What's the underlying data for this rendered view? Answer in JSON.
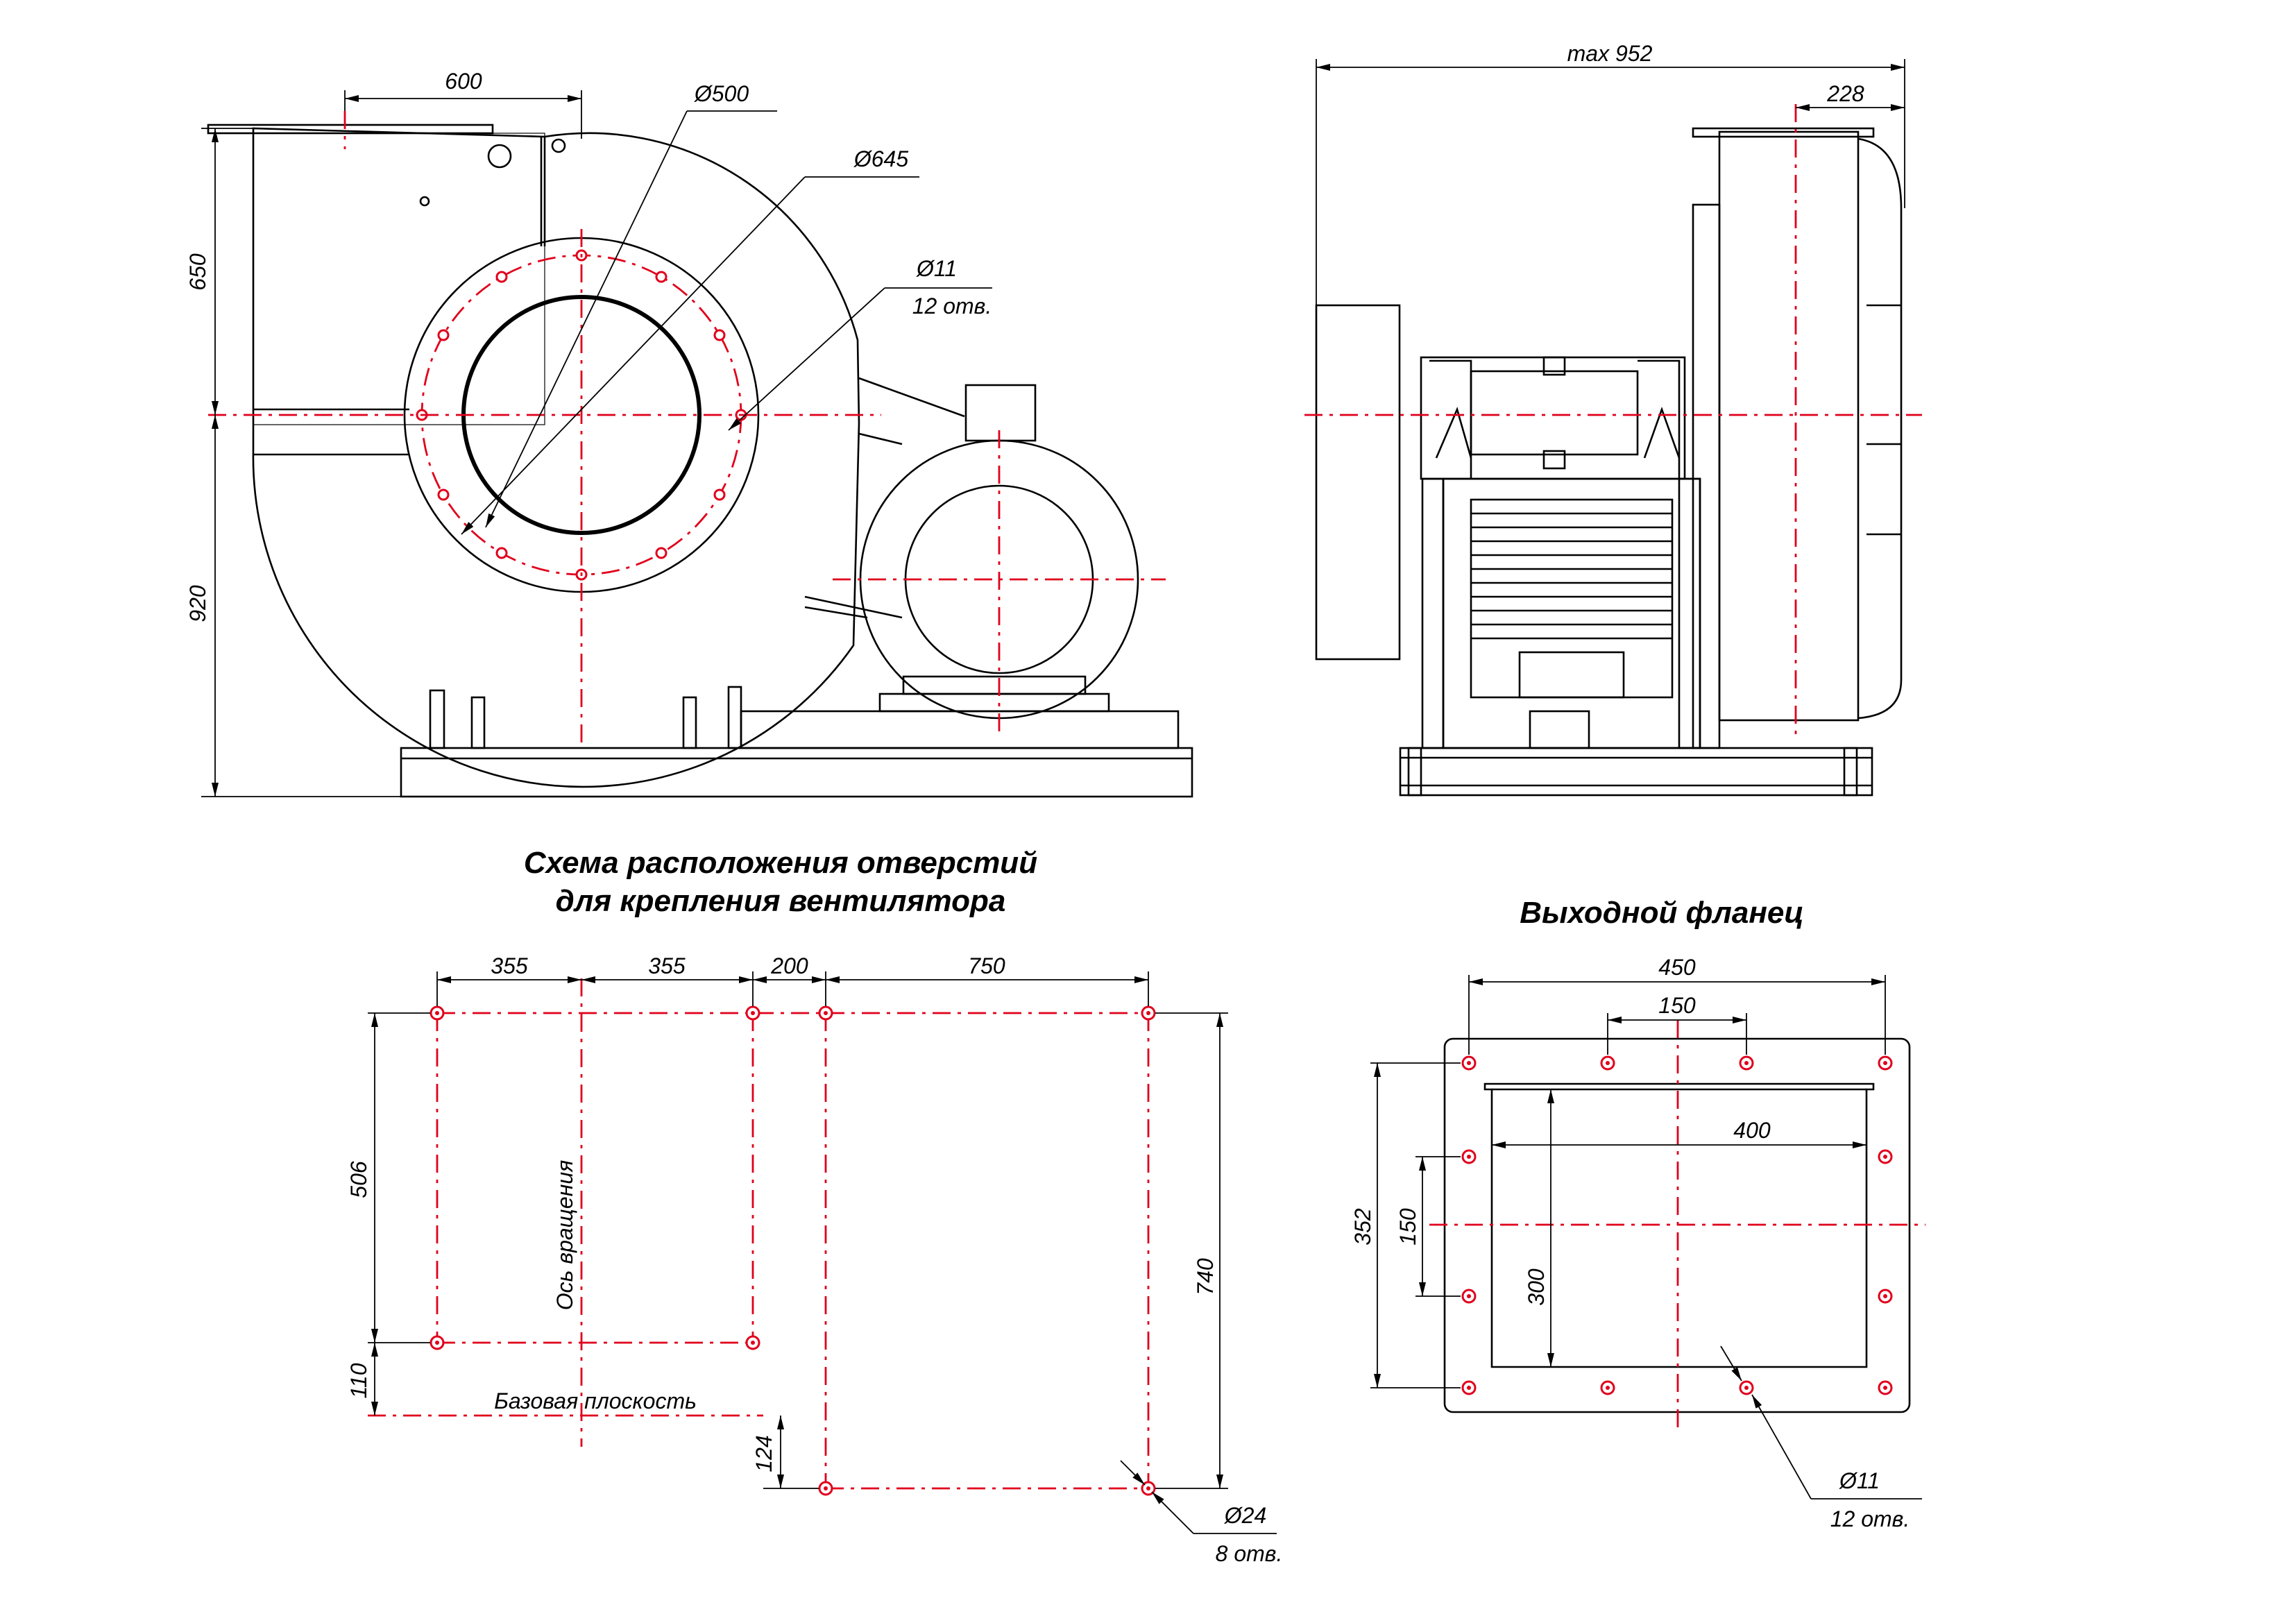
{
  "views": {
    "front": {
      "dim_width": "600",
      "dim_d500": "Ø500",
      "dim_d645": "Ø645",
      "dim_d11": "Ø11",
      "dim_holes": "12 отв.",
      "dim_650": "650",
      "dim_920": "920"
    },
    "side": {
      "dim_max": "max 952",
      "dim_228": "228"
    }
  },
  "hole_scheme": {
    "title_line1": "Схема расположения отверстий",
    "title_line2": "для крепления вентилятора",
    "dims_top": [
      "355",
      "355",
      "200",
      "750"
    ],
    "dim_506": "506",
    "dim_110": "110",
    "dim_124": "124",
    "dim_740": "740",
    "axis_label": "Ось вращения",
    "base_label": "Базовая  плоскость",
    "hole_dia": "Ø24",
    "hole_count": "8 отв."
  },
  "outlet_flange": {
    "title": "Выходной фланец",
    "dim_450": "450",
    "dim_150_top": "150",
    "dim_400": "400",
    "dim_352": "352",
    "dim_150_left": "150",
    "dim_300": "300",
    "hole_dia": "Ø11",
    "hole_count": "12 отв."
  },
  "colors": {
    "lines": "#000000",
    "centerlines": "#e0001b",
    "background": "#ffffff"
  }
}
